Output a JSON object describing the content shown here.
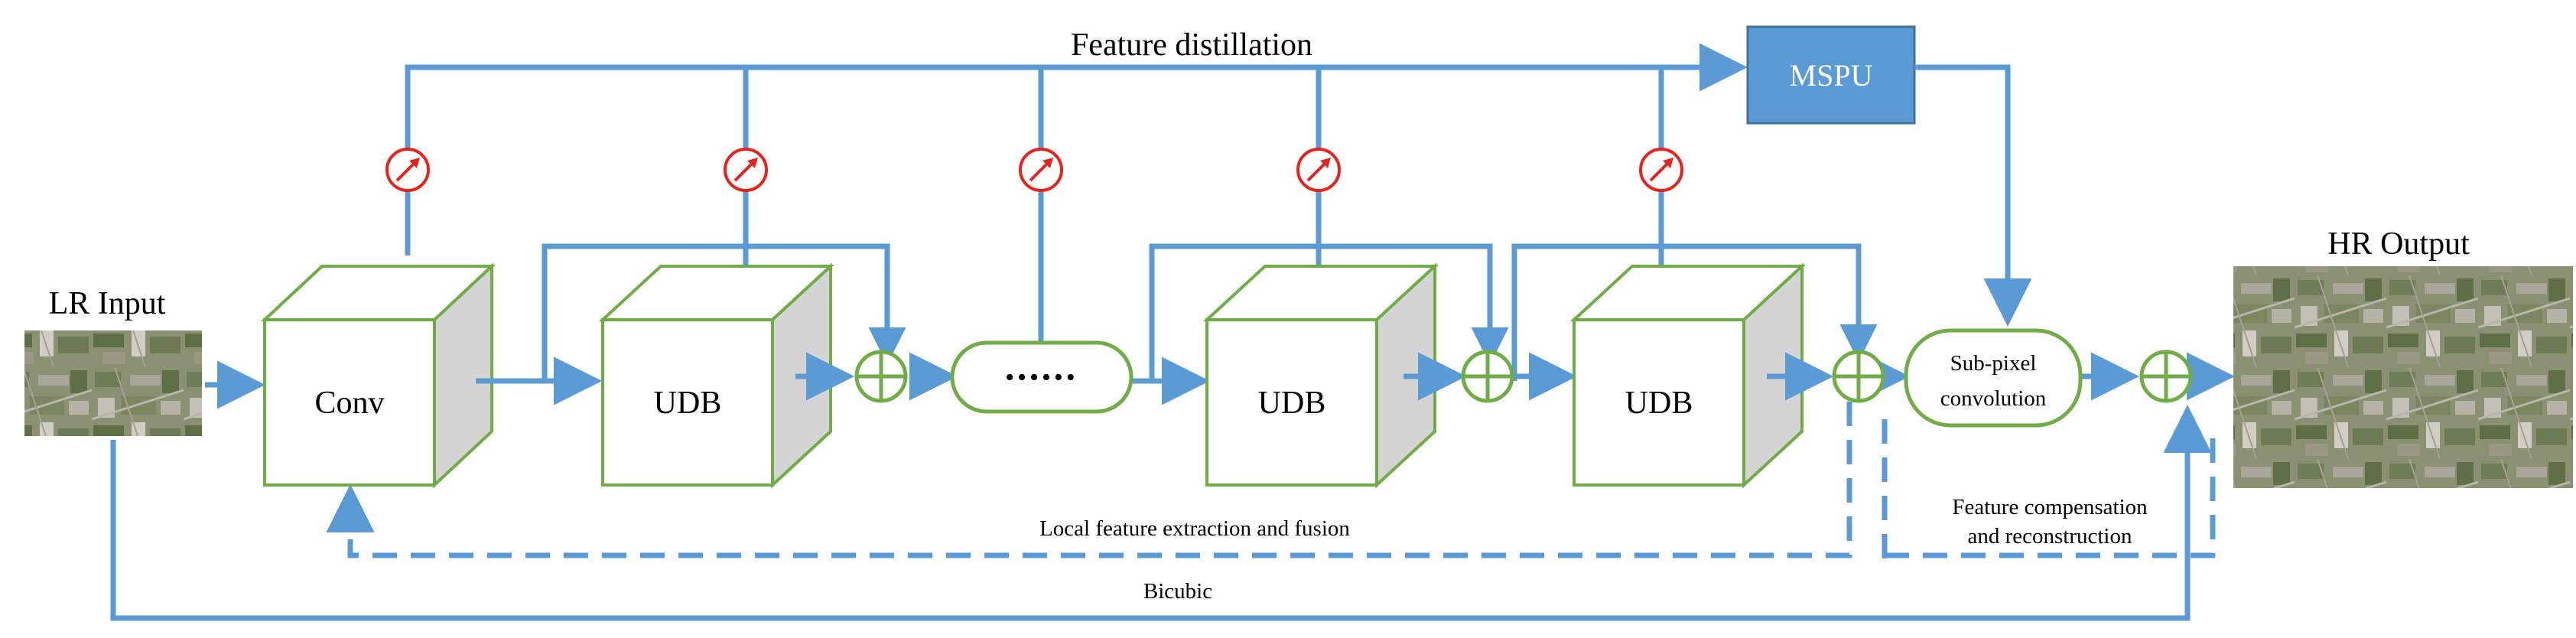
{
  "labels": {
    "feature_distillation": "Feature distillation",
    "mspu": "MSPU",
    "lr_input": "LR Input",
    "hr_output": "HR Output",
    "conv": "Conv",
    "udb": "UDB",
    "ellipsis": "••••••",
    "subpixel_line1": "Sub-pixel",
    "subpixel_line2": "convolution",
    "local_feature": "Local feature extraction and fusion",
    "feature_comp_line1": "Feature compensation",
    "feature_comp_line2": "and reconstruction",
    "bicubic": "Bicubic"
  },
  "colors": {
    "flow": "#5b9bd5",
    "block_border": "#70ad47",
    "block_side": "#d4d4d4",
    "mspu_fill": "#5b9bd5",
    "gauge": "#e8221c"
  },
  "icons": {
    "sum_node": "circled-plus-icon",
    "distill_gate": "gauge-icon"
  }
}
